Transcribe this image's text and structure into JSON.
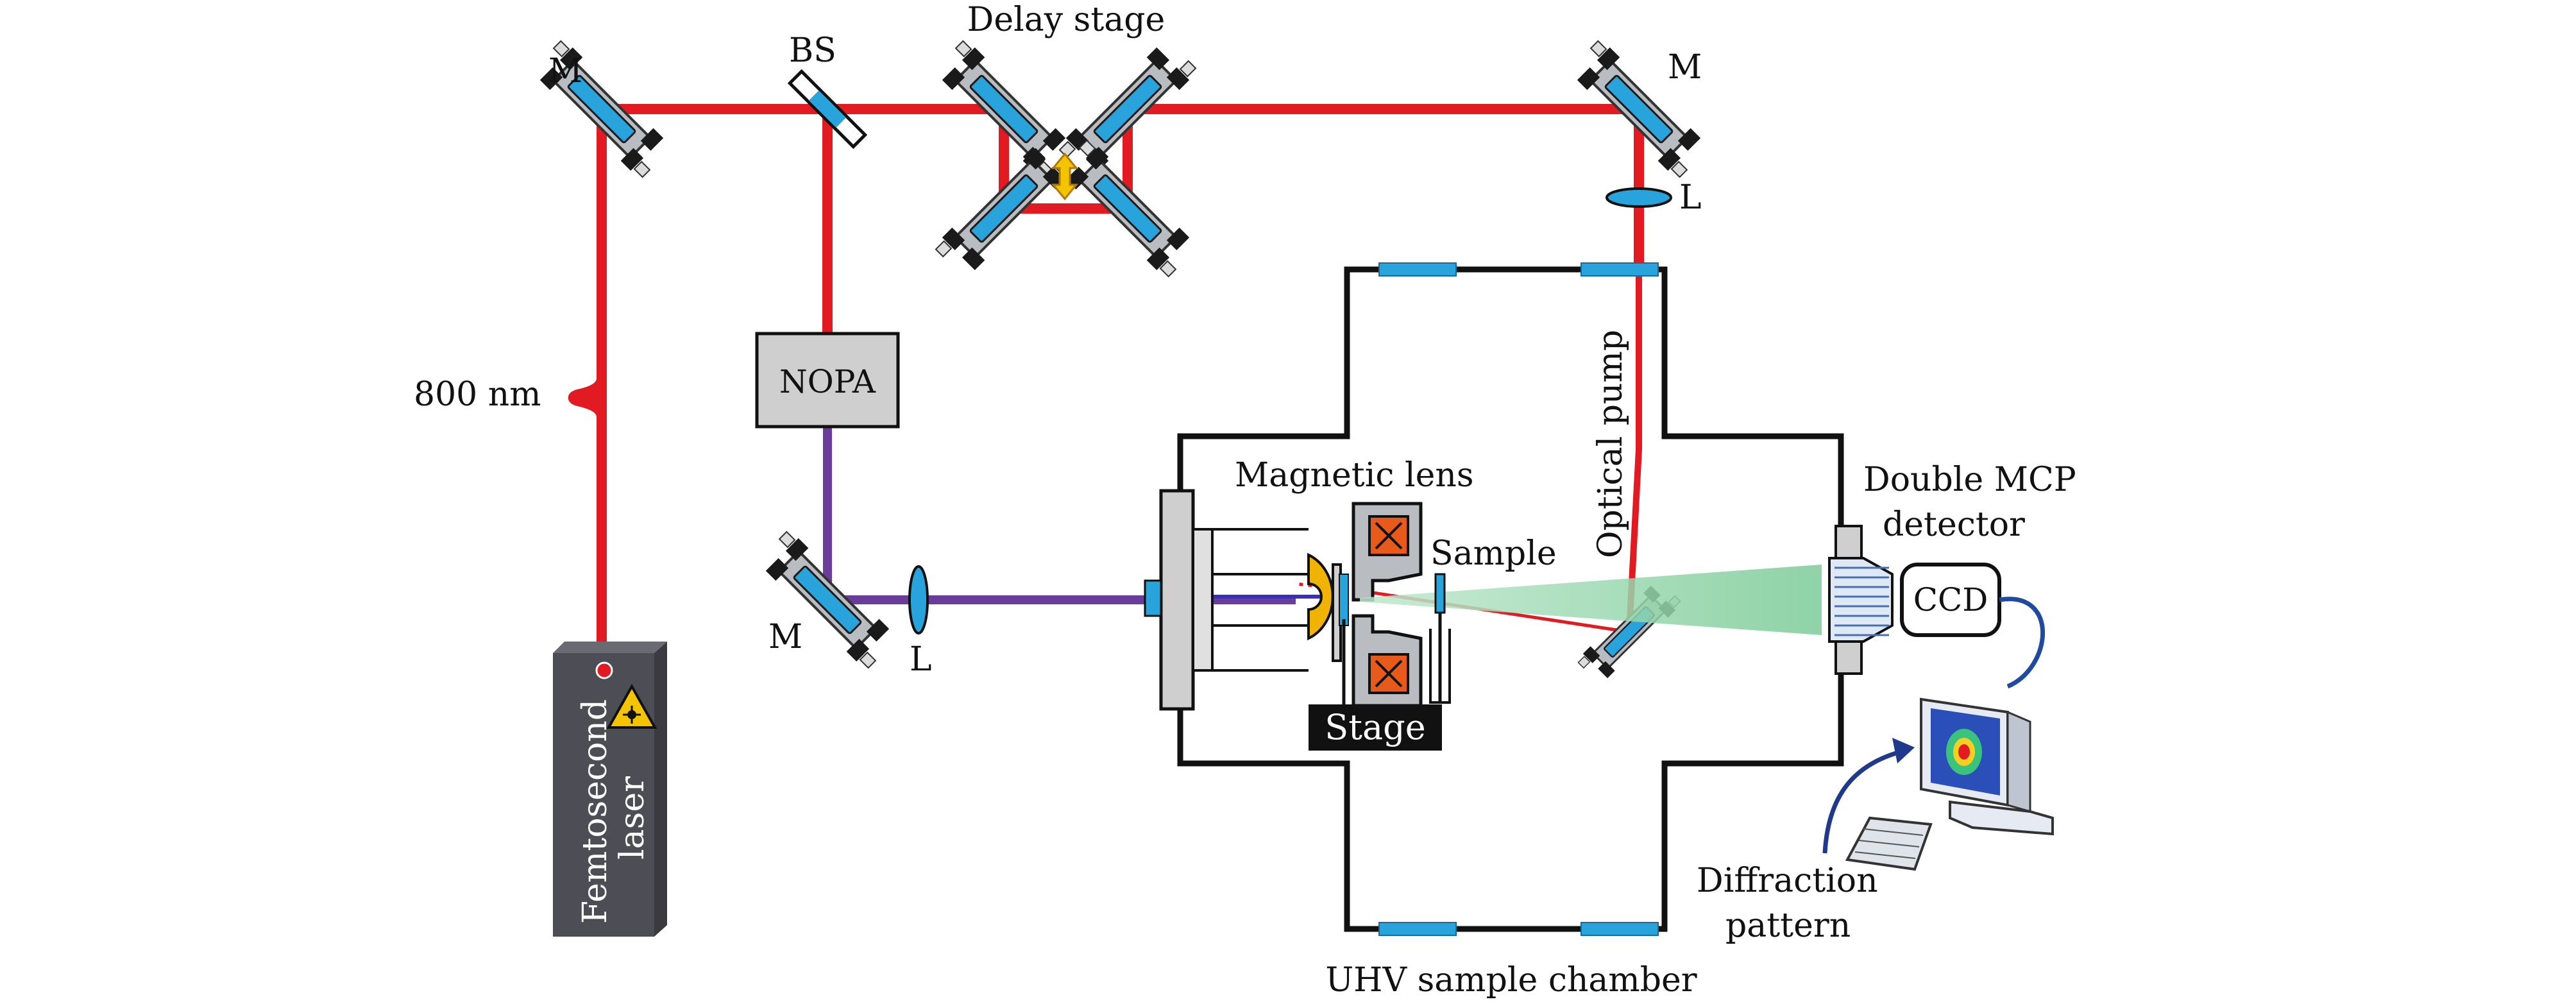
{
  "diagram": {
    "labels": {
      "delay_stage": "Delay stage",
      "mirror": "M",
      "beam_splitter": "BS",
      "lens": "L",
      "wavelength": "800 nm",
      "nopa": "NOPA",
      "laser_line1": "Femtosecond",
      "laser_line2": "laser",
      "magnetic_lens": "Magnetic lens",
      "sample": "Sample",
      "optical_pump": "Optical pump",
      "stage": "Stage",
      "detector_line1": "Double MCP",
      "detector_line2": "detector",
      "ccd": "CCD",
      "diffraction_line1": "Diffraction",
      "diffraction_line2": "pattern",
      "chamber": "UHV sample chamber"
    },
    "colors": {
      "laser_beam": "#e21b23",
      "uv_beam": "#6a3d9a",
      "window": "#29a3dc",
      "electron_cone": "#8fd4a8",
      "laser_box": "#4d4d55",
      "warning": "#f5c400",
      "coil": "#e85a1a",
      "cathode": "#f0b400"
    },
    "icons": [
      "mirror-mount-icon",
      "laser-warning-icon",
      "double-arrow-icon",
      "computer-icon",
      "lens-icon"
    ]
  }
}
